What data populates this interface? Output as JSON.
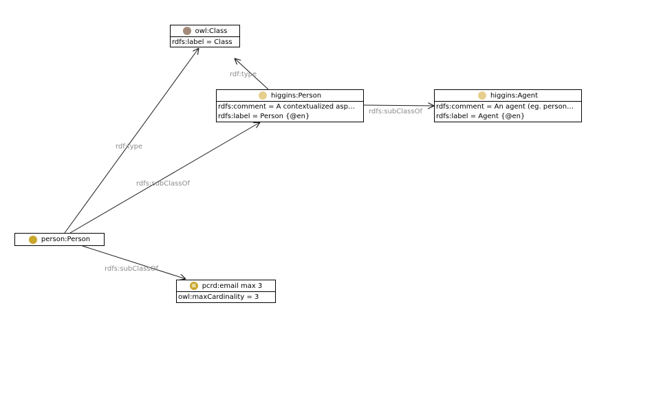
{
  "colors": {
    "owl_class_dot": "#a48a7b",
    "higgins_class_dot": "#e6cf8e",
    "person_dot": "#c9a62c",
    "restriction_dot": "#c9a62c",
    "edge_stroke": "#1a1a1a",
    "edge_label": "#8a8a8a"
  },
  "nodes": {
    "owl_class": {
      "title": "owl:Class",
      "icon": "class-icon",
      "props": [
        "rdfs:label = Class"
      ]
    },
    "higgins_person": {
      "title": "higgins:Person",
      "icon": "class-icon",
      "props": [
        "rdfs:comment = A contextualized asp…",
        "rdfs:label = Person {@en}"
      ]
    },
    "higgins_agent": {
      "title": "higgins:Agent",
      "icon": "class-icon",
      "props": [
        "rdfs:comment = An agent (eg. person…",
        "rdfs:label = Agent {@en}"
      ]
    },
    "person_person": {
      "title": "person:Person",
      "icon": "class-icon",
      "props": []
    },
    "pcrd_email": {
      "title": "pcrd:email max 3",
      "icon": "restriction-icon",
      "icon_glyph": "≤",
      "props": [
        "owl:maxCardinality = 3"
      ]
    }
  },
  "edges": {
    "higgins_person_type": "rdf:type",
    "higgins_person_subclass_agent": "rdfs:subClassOf",
    "person_type": "rdf:type",
    "person_subclass_higgins": "rdfs:subClassOf",
    "person_subclass_email": "rdfs:subClassOf"
  }
}
